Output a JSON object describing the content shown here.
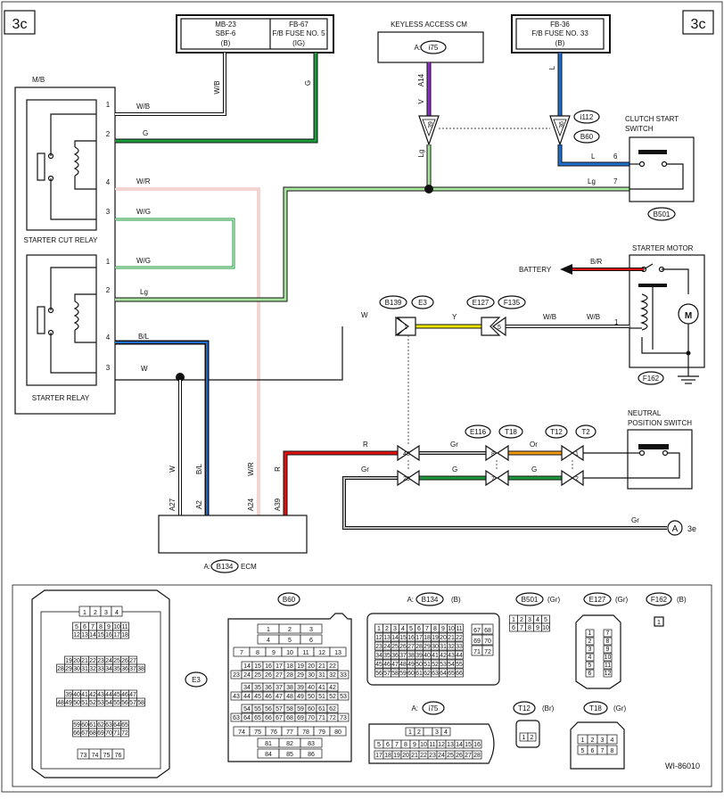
{
  "page": {
    "section_tag": "3c",
    "figure_id": "WI-86010"
  },
  "fuses": {
    "mb23": {
      "name": "MB-23",
      "fuse": "SBF-6",
      "color": "(B)"
    },
    "fb67": {
      "name": "FB-67",
      "fuse": "F/B FUSE NO. 5",
      "color": "(IG)"
    },
    "fb36": {
      "name": "FB-36",
      "fuse": "F/B FUSE NO. 33",
      "color": "(B)"
    }
  },
  "keyless": {
    "title": "KEYLESS ACCESS CM",
    "conn_prefix": "A:",
    "conn": "i75",
    "pin": "A14",
    "wire": "V"
  },
  "mb": {
    "label": "M/B",
    "cut_relay": "STARTER CUT RELAY",
    "relay": "STARTER RELAY",
    "cut_pins": [
      "1",
      "2",
      "4",
      "3"
    ],
    "relay_pins": [
      "1",
      "2",
      "4",
      "3"
    ],
    "wires": {
      "w_b": "W/B",
      "g": "G",
      "w_r": "W/R",
      "w_g": "W/G",
      "w_g2": "W/G",
      "lg": "Lg",
      "b_l": "B/L",
      "w": "W"
    }
  },
  "clutch": {
    "title_1": "CLUTCH START",
    "title_2": "SWITCH",
    "conn": "B501",
    "pin6": "6",
    "pin7": "7",
    "wire_l": "L",
    "wire_lg": "Lg",
    "conn_i112": "i112",
    "conn_b60": "B60",
    "pin_36": "36",
    "pin_39": "39",
    "wire_fb36": "L",
    "wire_lg_left": "Lg"
  },
  "starter_motor": {
    "title": "STARTER MOTOR",
    "battery": "BATTERY",
    "wire_br": "B/R",
    "wire_wb_1": "W/B",
    "wire_wb_2": "W/B",
    "pin": "1",
    "conn": "F162",
    "motor": "M"
  },
  "middle": {
    "wire_w": "W",
    "wire_y": "Y",
    "b139": "B139",
    "e3": "E3",
    "e127": "E127",
    "f135": "F135",
    "pin_1": "1",
    "pin_5": "5"
  },
  "neutral": {
    "title_1": "NEUTRAL",
    "title_2": "POSITION SWITCH",
    "e116": "E116",
    "t18": "T18",
    "t12": "T12",
    "t2": "T2",
    "pin48": "48",
    "pin28": "28",
    "pin8": "8",
    "pin7": "7",
    "pin1": "1",
    "pin2": "2",
    "wire_r": "R",
    "wire_gr": "Gr",
    "wire_gr2": "Gr",
    "wire_g": "G",
    "wire_g2": "G",
    "wire_or": "Or",
    "wire_gr3": "Gr",
    "ref": "3e",
    "ref_letter": "A"
  },
  "ecm": {
    "label_prefix": "A:",
    "conn": "B134",
    "label_suffix": "ECM",
    "pins": [
      "A27",
      "A2",
      "A24",
      "A39"
    ],
    "wires": [
      "W",
      "B/L",
      "W/R",
      "R"
    ]
  },
  "connectors": {
    "e3_label": "E3",
    "e3_rows": [
      [
        "1",
        "2",
        "3",
        "4"
      ],
      [
        "5",
        "6",
        "7",
        "8",
        "9",
        "10",
        "11"
      ],
      [
        "12",
        "13",
        "14",
        "15",
        "16",
        "17",
        "18"
      ],
      [
        "19",
        "20",
        "21",
        "22",
        "23",
        "24",
        "25",
        "26",
        "27"
      ],
      [
        "28",
        "29",
        "30",
        "31",
        "32",
        "33",
        "34",
        "35",
        "36",
        "37",
        "38"
      ],
      [
        "39",
        "40",
        "41",
        "42",
        "43",
        "44",
        "45",
        "46",
        "47"
      ],
      [
        "48",
        "49",
        "50",
        "51",
        "52",
        "53",
        "54",
        "55",
        "56",
        "57",
        "58"
      ],
      [
        "59",
        "60",
        "61",
        "62",
        "63",
        "64",
        "65"
      ],
      [
        "66",
        "67",
        "68",
        "69",
        "70",
        "71",
        "72"
      ],
      [
        "73",
        "74",
        "75",
        "76"
      ]
    ],
    "b60_label": "B60",
    "b60_rows": [
      [
        "1",
        "2",
        "3"
      ],
      [
        "4",
        "5",
        "6"
      ],
      [
        "7",
        "8",
        "9",
        "10",
        "11",
        "12",
        "13"
      ],
      [
        "14",
        "15",
        "16",
        "17",
        "18",
        "19",
        "20",
        "21",
        "22"
      ],
      [
        "23",
        "24",
        "25",
        "26",
        "27",
        "28",
        "29",
        "30",
        "31",
        "32",
        "33"
      ],
      [
        "34",
        "35",
        "36",
        "37",
        "38",
        "39",
        "40",
        "41",
        "42"
      ],
      [
        "43",
        "44",
        "45",
        "46",
        "47",
        "48",
        "49",
        "50",
        "51",
        "52",
        "53"
      ],
      [
        "54",
        "55",
        "56",
        "57",
        "58",
        "59",
        "60",
        "61",
        "62"
      ],
      [
        "63",
        "64",
        "65",
        "66",
        "67",
        "68",
        "69",
        "70",
        "71",
        "72",
        "73"
      ],
      [
        "74",
        "75",
        "76",
        "77",
        "78",
        "79",
        "80"
      ],
      [
        "81",
        "82",
        "83"
      ],
      [
        "84",
        "85",
        "86"
      ]
    ],
    "b134_prefix": "A:",
    "b134_label": "B134",
    "b134_color": "(B)",
    "b134_rows": [
      [
        "1",
        "2",
        "3",
        "4",
        "5",
        "6",
        "7",
        "8",
        "9",
        "10",
        "11"
      ],
      [
        "12",
        "13",
        "14",
        "15",
        "16",
        "17",
        "18",
        "19",
        "20",
        "21",
        "22"
      ],
      [
        "23",
        "24",
        "25",
        "26",
        "27",
        "28",
        "29",
        "30",
        "31",
        "32",
        "33"
      ],
      [
        "34",
        "35",
        "36",
        "37",
        "38",
        "39",
        "40",
        "41",
        "42",
        "43",
        "44"
      ],
      [
        "45",
        "46",
        "47",
        "48",
        "49",
        "50",
        "51",
        "52",
        "53",
        "54",
        "55"
      ],
      [
        "56",
        "57",
        "58",
        "59",
        "60",
        "61",
        "62",
        "63",
        "64",
        "65",
        "66"
      ]
    ],
    "b134_side": [
      [
        "67",
        "68"
      ],
      [
        "69",
        "70"
      ],
      [
        "71",
        "72"
      ]
    ],
    "b501_label": "B501",
    "b501_color": "(Gr)",
    "b501_rows": [
      [
        "1",
        "2",
        "3",
        "4",
        "5"
      ],
      [
        "6",
        "7",
        "8",
        "9",
        "10"
      ]
    ],
    "e127_label": "E127",
    "e127_color": "(Gr)",
    "e127_pins": [
      "1",
      "2",
      "3",
      "4",
      "5",
      "6",
      "7",
      "8",
      "9",
      "10",
      "11",
      "12"
    ],
    "f162_label": "F162",
    "f162_color": "(B)",
    "f162_pin": "1",
    "i75_prefix": "A:",
    "i75_label": "i75",
    "i75_rows": [
      [
        "1",
        "2",
        "",
        "3",
        "4"
      ],
      [
        "5",
        "6",
        "7",
        "8",
        "9",
        "10",
        "11",
        "12",
        "13",
        "14",
        "15",
        "16"
      ],
      [
        "17",
        "18",
        "19",
        "20",
        "21",
        "22",
        "23",
        "24",
        "25",
        "26",
        "27",
        "28"
      ]
    ],
    "t12_label": "T12",
    "t12_color": "(Br)",
    "t12_pins": [
      "1",
      "2"
    ],
    "t18_label": "T18",
    "t18_color": "(Gr)",
    "t18_rows": [
      [
        "1",
        "2",
        "3",
        "4"
      ],
      [
        "5",
        "6",
        "7",
        "8"
      ]
    ]
  },
  "wire_colors": {
    "black": "#111111",
    "green": "#1a9a3a",
    "light_green": "#a8e6a0",
    "violet": "#8b2fc9",
    "blue": "#1e6fd0",
    "red": "#e01010",
    "white": "#ffffff",
    "gray": "#bdbdbd",
    "yellow": "#f2e600",
    "orange": "#f29a0e",
    "pink": "#e8a8a0"
  }
}
